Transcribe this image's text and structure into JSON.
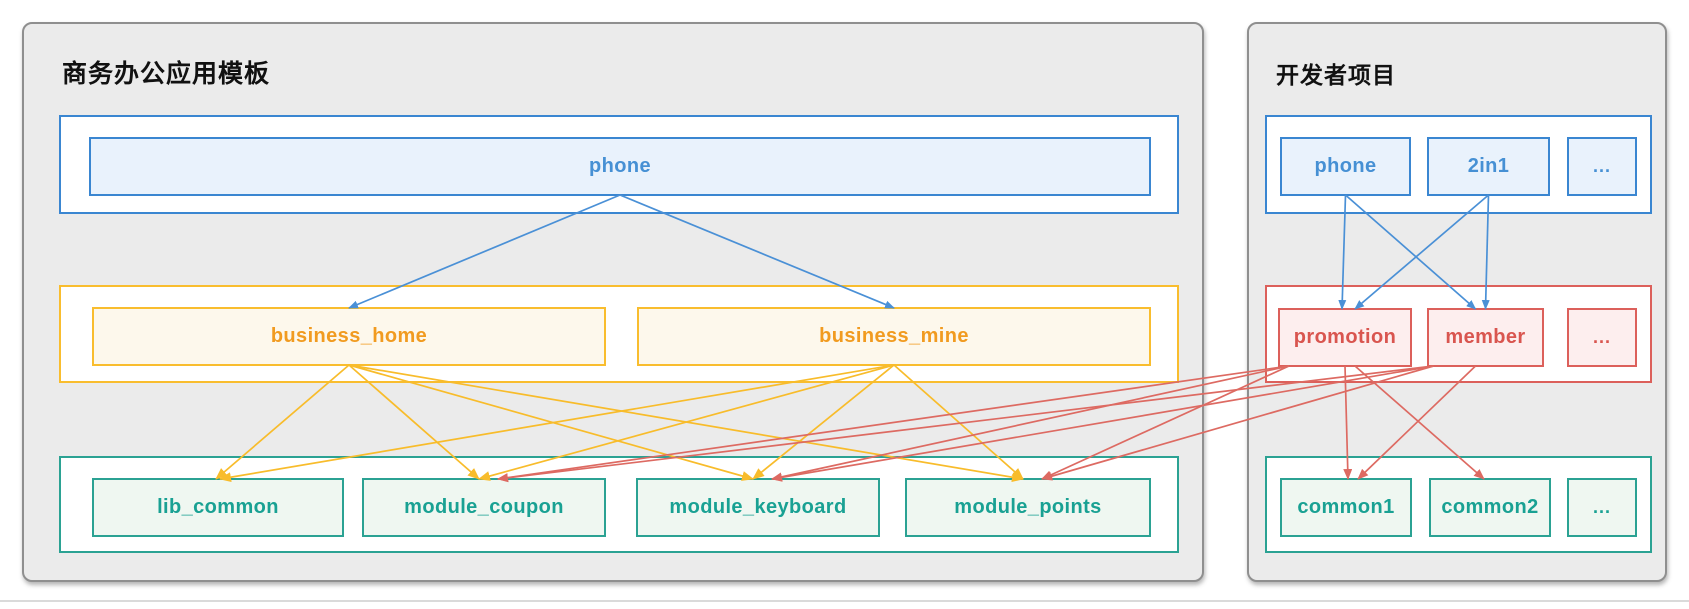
{
  "colors": {
    "blue": "#4a90d6",
    "yellow": "#f8bc2b",
    "red": "#dd6a62",
    "teal": "#2ba293",
    "panel_bg": "#ebebeb",
    "orange_text": "#f19b20",
    "red_text": "#d9554f",
    "teal_text": "#19a193",
    "blue_text": "#4690d4"
  },
  "left_panel": {
    "title": "商务办公应用模板",
    "phone": {
      "label": "phone"
    },
    "business": [
      {
        "label": "business_home"
      },
      {
        "label": "business_mine"
      }
    ],
    "modules": [
      {
        "label": "lib_common"
      },
      {
        "label": "module_coupon"
      },
      {
        "label": "module_keyboard"
      },
      {
        "label": "module_points"
      }
    ]
  },
  "right_panel": {
    "title": "开发者项目",
    "devices": [
      {
        "label": "phone"
      },
      {
        "label": "2in1"
      },
      {
        "label": "..."
      }
    ],
    "features": [
      {
        "label": "promotion"
      },
      {
        "label": "member"
      },
      {
        "label": "..."
      }
    ],
    "commons": [
      {
        "label": "common1"
      },
      {
        "label": "common2"
      },
      {
        "label": "..."
      }
    ]
  },
  "diagram": {
    "edges": [
      {
        "from": "lphone",
        "to": "lhome",
        "color": "blue"
      },
      {
        "from": "lphone",
        "to": "lmine",
        "color": "blue"
      },
      {
        "from": "rphone",
        "to": "rpromotion",
        "color": "blue",
        "tdx": -3
      },
      {
        "from": "rphone",
        "to": "rmember",
        "color": "blue",
        "tdx": -10
      },
      {
        "from": "r2in1",
        "to": "rpromotion",
        "color": "blue",
        "tdx": 10
      },
      {
        "from": "r2in1",
        "to": "rmember",
        "color": "blue"
      },
      {
        "from": "lhome",
        "to": "llib",
        "color": "yellow",
        "tdx": -2
      },
      {
        "from": "lhome",
        "to": "lcoupon",
        "color": "yellow",
        "tdx": -5
      },
      {
        "from": "lhome",
        "to": "lkeyboard",
        "color": "yellow",
        "tdx": -5
      },
      {
        "from": "lhome",
        "to": "lpoints",
        "color": "yellow",
        "tdx": -5
      },
      {
        "from": "lmine",
        "to": "llib",
        "color": "yellow",
        "tdx": 2
      },
      {
        "from": "lmine",
        "to": "lcoupon",
        "color": "yellow",
        "tdx": -5
      },
      {
        "from": "lmine",
        "to": "lkeyboard",
        "color": "yellow",
        "tdx": -5
      },
      {
        "from": "lmine",
        "to": "lpoints",
        "color": "yellow",
        "tdx": -5
      },
      {
        "from": "rpromotion",
        "to": "lcoupon",
        "color": "red",
        "sdx": -56,
        "tdx": 14
      },
      {
        "from": "rpromotion",
        "to": "lkeyboard",
        "color": "red",
        "sdx": -56,
        "tdx": 14
      },
      {
        "from": "rpromotion",
        "to": "lpoints",
        "color": "red",
        "sdx": -56,
        "tdx": 14
      },
      {
        "from": "rmember",
        "to": "lcoupon",
        "color": "red",
        "sdx": -52,
        "tdx": 14
      },
      {
        "from": "rmember",
        "to": "lkeyboard",
        "color": "red",
        "sdx": -52,
        "tdx": 14
      },
      {
        "from": "rmember",
        "to": "lpoints",
        "color": "red",
        "sdx": -52,
        "tdx": 14
      },
      {
        "from": "rpromotion",
        "to": "rcommon1",
        "color": "red",
        "tdx": 2
      },
      {
        "from": "rpromotion",
        "to": "rcommon2",
        "color": "red",
        "sdx": 10,
        "tdx": -6
      },
      {
        "from": "rmember",
        "to": "rcommon1",
        "color": "red",
        "sdx": -10,
        "tdx": 12
      }
    ]
  }
}
